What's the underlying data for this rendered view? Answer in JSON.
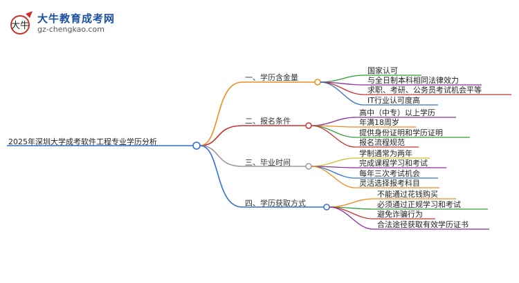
{
  "logo": {
    "title": "大牛教育成考网",
    "domain": "gz-chengkao.com",
    "glyph": "大牛"
  },
  "mindmap": {
    "root": "2025年深圳大学成考软件工程专业学历分析",
    "branches": [
      {
        "label": "一、学历含金量",
        "color": "#f08a1c",
        "leaves": [
          {
            "text": "国家认可",
            "color": "#2e9e3a"
          },
          {
            "text": "与全日制本科相同法律效力",
            "color": "#8c2f9a"
          },
          {
            "text": "求职、考研、公务员考试机会平等",
            "color": "#c8302a"
          },
          {
            "text": "IT行业认可度高",
            "color": "#2f6fd0"
          }
        ]
      },
      {
        "label": "二、报名条件",
        "color": "#c8302a",
        "leaves": [
          {
            "text": "高中（中专）以上学历",
            "color": "#8c2f9a"
          },
          {
            "text": "年满18周岁",
            "color": "#f08a1c"
          },
          {
            "text": "提供身份证明和学历证明",
            "color": "#2e9e3a"
          },
          {
            "text": "报名流程规范",
            "color": "#c8302a"
          }
        ]
      },
      {
        "label": "三、毕业时间",
        "color": "#9a9a9a",
        "leaves": [
          {
            "text": "学制通常为两年",
            "color": "#c9c22a"
          },
          {
            "text": "完成课程学习和考试",
            "color": "#8c2f9a"
          },
          {
            "text": "每年三次考试机会",
            "color": "#2f6fd0"
          },
          {
            "text": "灵活选择报考科目",
            "color": "#f08a1c"
          }
        ]
      },
      {
        "label": "四、学历获取方式",
        "color": "#2f6fd0",
        "leaves": [
          {
            "text": "不能通过花钱购买",
            "color": "#f08a1c"
          },
          {
            "text": "必须通过正规学习和考试",
            "color": "#2e9e3a"
          },
          {
            "text": "避免诈骗行为",
            "color": "#c8302a"
          },
          {
            "text": "合法途径获取有效学历证书",
            "color": "#8c2f9a"
          }
        ]
      }
    ]
  }
}
